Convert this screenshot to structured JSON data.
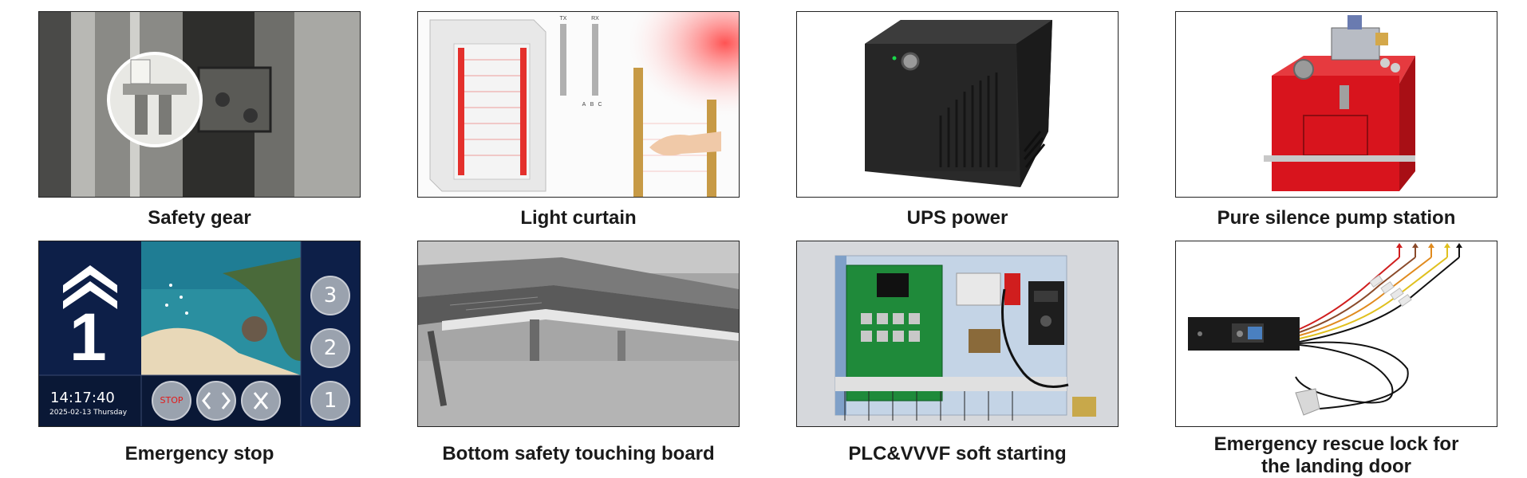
{
  "items": [
    {
      "caption": "Safety gear"
    },
    {
      "caption": "Light curtain",
      "labels": {
        "tx": "TX",
        "rx": "RX",
        "a": "A",
        "b": "B",
        "c": "C"
      }
    },
    {
      "caption": "UPS power"
    },
    {
      "caption": "Pure silence pump station"
    },
    {
      "caption": "Emergency stop",
      "screen": {
        "floor": "1",
        "time": "14:17:40",
        "date": "2025-02-13 Thursday",
        "stop": "STOP",
        "buttons": [
          "3",
          "2",
          "1"
        ]
      }
    },
    {
      "caption": "Bottom safety touching board"
    },
    {
      "caption": "PLC&VVVF soft starting"
    },
    {
      "caption": "Emergency rescue lock for\nthe landing door"
    }
  ],
  "colors": {
    "pump_red": "#d8141d",
    "screen_blue": "#0b1a3a",
    "curtain_red": "#e4302c"
  }
}
